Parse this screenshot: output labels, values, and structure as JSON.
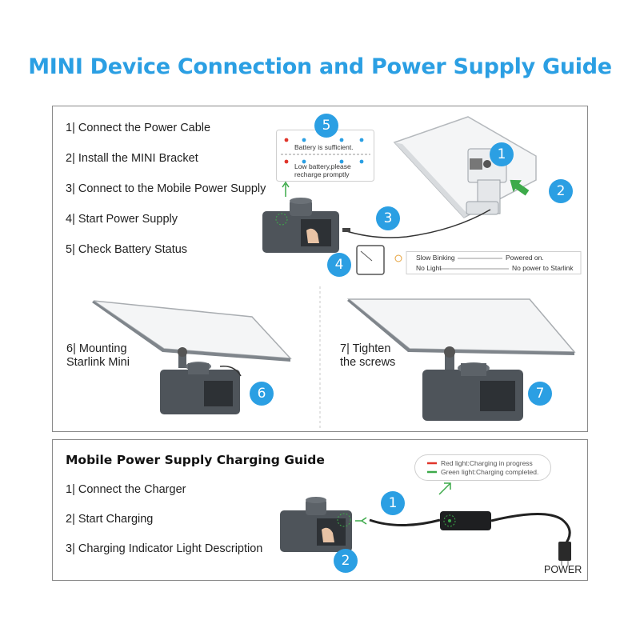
{
  "title": "MINI Device Connection and Power Supply Guide",
  "top_panel": {
    "steps": [
      "1| Connect the Power Cable",
      "2| Install the MINI Bracket",
      "3| Connect to the Mobile Power Supply",
      "4| Start Power Supply",
      "5| Check Battery Status"
    ],
    "battery_status": {
      "sufficient": "Battery is sufficient.",
      "low": "Low battery,please\nrecharge promptly"
    },
    "light_legend": {
      "row1_left": "Slow Binking",
      "row1_right": "Powered on.",
      "row2_left": "No Light",
      "row2_right": "No power to Starlink"
    },
    "step6_label": "6| Mounting\nStarlink Mini",
    "step7_label": "7| Tighten\nthe screws",
    "badges": [
      "1",
      "2",
      "3",
      "4",
      "5",
      "6",
      "7"
    ]
  },
  "bottom_panel": {
    "heading": "Mobile Power Supply Charging Guide",
    "steps": [
      "1| Connect the Charger",
      "2| Start Charging",
      "3| Charging Indicator Light Description"
    ],
    "indicator": {
      "red": "Red light:Charging in progress",
      "green": "Green light:Charging completed."
    },
    "power_label": "POWER",
    "badges": [
      "1",
      "2"
    ]
  },
  "colors": {
    "accent": "#2b9fe3",
    "device": "#4e545a",
    "red_light": "#e0352b",
    "green_light": "#3daa4a"
  }
}
